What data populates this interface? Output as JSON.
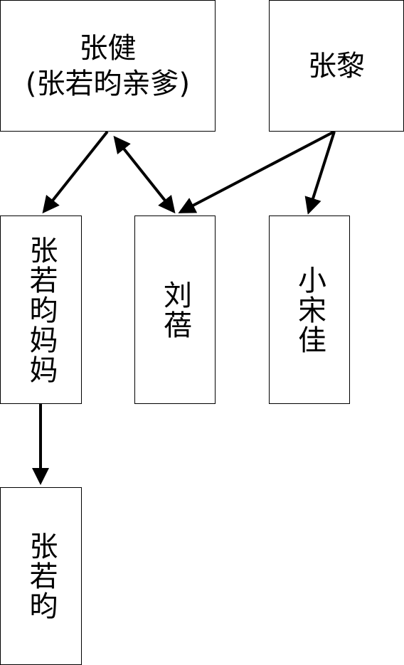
{
  "nodes": {
    "zhang_jian": {
      "name": "张健",
      "note": "(张若昀亲爹)"
    },
    "zhang_li": {
      "name": "张黎"
    },
    "mother": {
      "name": "张若昀妈妈"
    },
    "liu_pei": {
      "name": "刘蓓"
    },
    "xiao_songjia": {
      "name": "小宋佳"
    },
    "zhang_ruoyun": {
      "name": "张若昀"
    }
  },
  "edges": [
    {
      "from": "zhang_jian",
      "to": "mother",
      "direction": "forward"
    },
    {
      "from": "zhang_jian",
      "to": "liu_pei",
      "direction": "both"
    },
    {
      "from": "zhang_li",
      "to": "liu_pei",
      "direction": "forward"
    },
    {
      "from": "zhang_li",
      "to": "xiao_songjia",
      "direction": "forward"
    },
    {
      "from": "mother",
      "to": "zhang_ruoyun",
      "direction": "forward"
    }
  ],
  "colors": {
    "stroke": "#000000",
    "background": "#ffffff"
  }
}
